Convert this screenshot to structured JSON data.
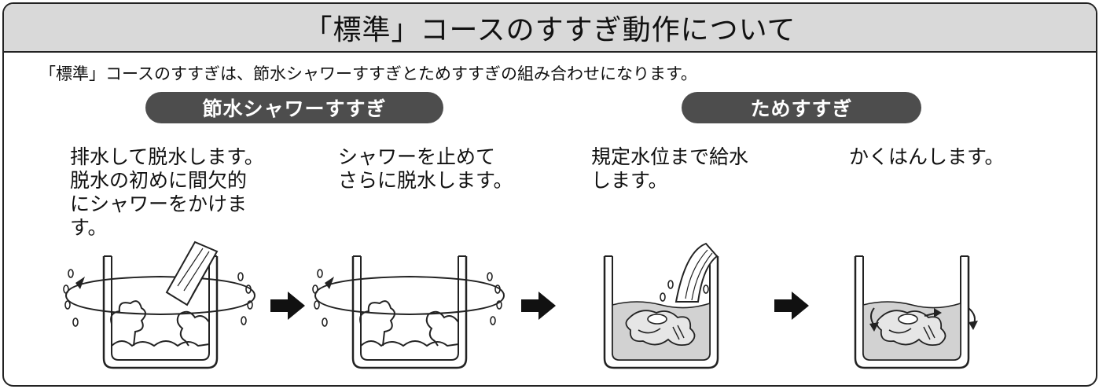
{
  "title": "「標準」コースのすすぎ動作について",
  "intro": "「標準」コースのすすぎは、節水シャワーすすぎとためすすぎの組み合わせになります。",
  "sections": {
    "shower_label": "節水シャワーすすぎ",
    "tame_label": "ためすすぎ"
  },
  "steps": [
    {
      "text": "排水して脱水します。\n脱水の初めに間欠的\nにシャワーをかけま\nす。"
    },
    {
      "text": "シャワーを止めて\nさらに脱水します。"
    },
    {
      "text": "規定水位まで給水\nします。"
    },
    {
      "text": "かくはんします。"
    }
  ],
  "icons": [
    "spin-drum-with-shower-icon",
    "spin-drum-icon",
    "filling-drum-icon",
    "agitating-drum-icon",
    "arrow-right-icon"
  ],
  "colors": {
    "header_bg": "#d9d9d9",
    "pill_bg": "#4d4d4d",
    "water": "#d2d2d2",
    "line": "#222222"
  }
}
